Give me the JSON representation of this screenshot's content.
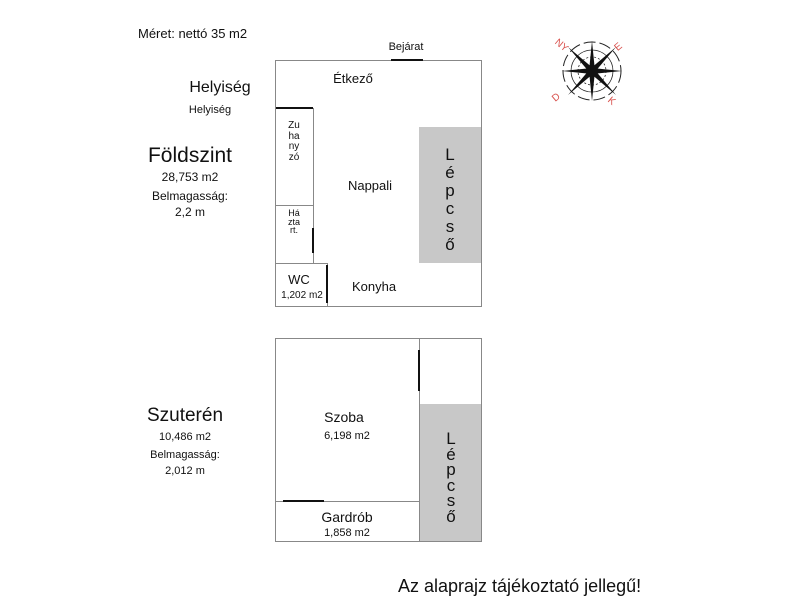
{
  "header": {
    "size": "Méret: nettó 35 m2",
    "note": "Az alaprajz tájékoztató jellegű!"
  },
  "legend": {
    "title": "Helyiség",
    "subtitle": "Helyiség"
  },
  "compass": {
    "labels": [
      "NY",
      "E",
      "D",
      "K"
    ],
    "label_color": "#d9534f"
  },
  "ground_floor": {
    "name": "Földszint",
    "area": "28,753 m2",
    "height_label": "Belmagasság:",
    "height": "2,2 m",
    "entrance": "Bejárat",
    "rooms": {
      "dining": "Étkező",
      "living": "Nappali",
      "shower": "Zuhanyzó",
      "utility": "Háztart.",
      "wc": "WC",
      "wc_area": "1,202 m2",
      "kitchen": "Konyha",
      "stairs": "Lépcső"
    }
  },
  "basement": {
    "name": "Szuterén",
    "area": "10,486 m2",
    "height_label": "Belmagasság:",
    "height": "2,012 m",
    "rooms": {
      "room": "Szoba",
      "room_area": "6,198 m2",
      "wardrobe": "Gardrób",
      "wardrobe_area": "1,858 m2",
      "stairs": "Lépcső"
    }
  }
}
